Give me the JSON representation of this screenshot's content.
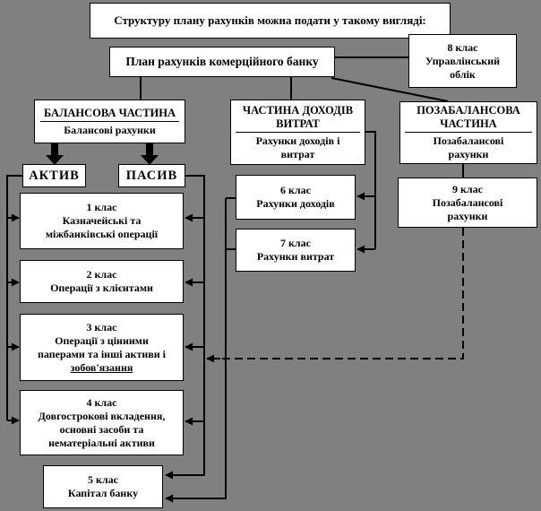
{
  "diagram": {
    "title": "Структуру плану рахунків можна подати у такому вигляді:",
    "plan_box": "План рахунків комерційного банку",
    "aktiv": "АКТИВ",
    "pasiv": "ПАСИВ",
    "sections": {
      "balance": {
        "header1": "БАЛАНСОВА ЧАСТИНА",
        "sub1": "Балансові рахунки"
      },
      "income": {
        "header1": "ЧАСТИНА ДОХОДІВ",
        "header2": "ВИТРАТ",
        "sub1": "Рахунки доходів і",
        "sub2": "витрат"
      },
      "offbalance": {
        "header1": "ПОЗАБАЛАНСОВА",
        "header2": "ЧАСТИНА",
        "sub1": "Позабалансові",
        "sub2": "рахунки"
      }
    },
    "classes": {
      "c1": {
        "lines": [
          "1 клас",
          "Казначейські та",
          "міжбанківські операції"
        ]
      },
      "c2": {
        "lines": [
          "2 клас",
          "Операції з клієнтами"
        ]
      },
      "c3": {
        "lines": [
          "3 клас",
          "Операції з цінними",
          "паперами та інші активи і",
          "зобов'язання"
        ]
      },
      "c4": {
        "lines": [
          "4 клас",
          "Довгострокові вкладення,",
          "основні засоби та",
          "нематеріальні активи"
        ]
      },
      "c5": {
        "lines": [
          "5 клас",
          "Капітал банку"
        ]
      },
      "c6": {
        "lines": [
          "6 клас",
          "Рахунки доходів"
        ]
      },
      "c7": {
        "lines": [
          "7 клас",
          "Рахунки витрат"
        ]
      },
      "c8": {
        "lines": [
          "8 клас",
          "Управлінський",
          "облік"
        ]
      },
      "c9": {
        "lines": [
          "9 клас",
          "Позабалансові",
          "рахунки"
        ]
      }
    },
    "colors": {
      "background": "#808080",
      "box_fill": "#ffffff",
      "line": "#000000",
      "text": "#000000"
    }
  }
}
